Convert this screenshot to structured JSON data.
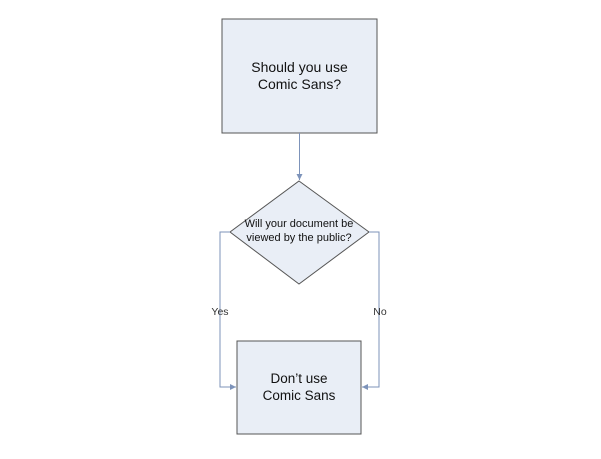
{
  "flowchart": {
    "start": {
      "text": "Should you use\nComic Sans?"
    },
    "decision": {
      "text": "Will your document be\nviewed by the public?"
    },
    "end": {
      "text": "Don’t use\nComic Sans"
    },
    "edges": {
      "yes_label": "Yes",
      "no_label": "No"
    }
  },
  "colors": {
    "box_fill": "#e9eef6",
    "box_stroke": "#555555",
    "connector": "#7d93ba"
  }
}
